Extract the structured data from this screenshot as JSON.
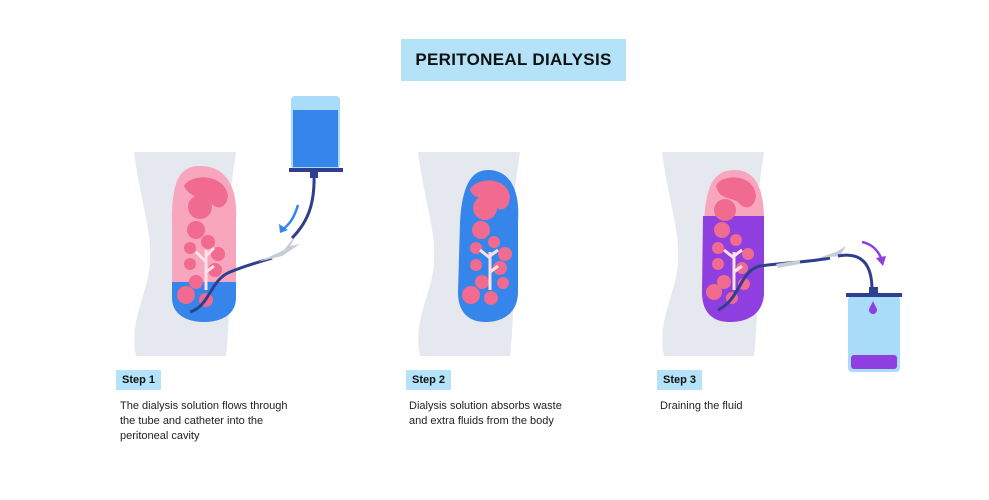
{
  "title": "PERITONEAL DIALYSIS",
  "steps": [
    {
      "label": "Step 1",
      "description": "The dialysis solution flows through the tube and catheter into the peritoneal cavity"
    },
    {
      "label": "Step 2",
      "description": "Dialysis solution absorbs waste and extra fluids from the body"
    },
    {
      "label": "Step 3",
      "description": "Draining the fluid"
    }
  ],
  "colors": {
    "title_bg": "#b3e2f9",
    "body_silhouette": "#e6e8ef",
    "cavity_pink": "#f7a6bd",
    "organ_pink": "#f06b8f",
    "solution_blue": "#3585ea",
    "waste_purple": "#8f3ee0",
    "tube_navy": "#2f3f8f",
    "bag_light": "#a8dcf8"
  }
}
